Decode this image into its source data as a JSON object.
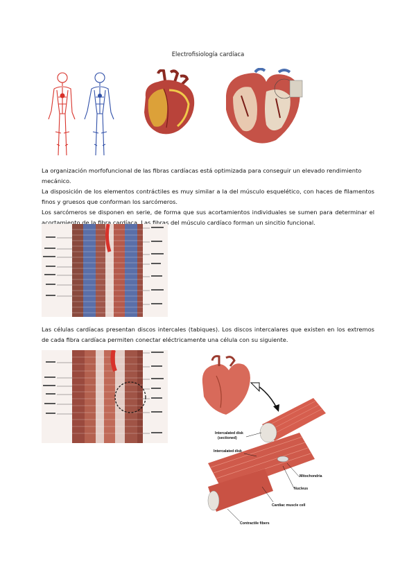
{
  "document": {
    "title": "Electrofisiología cardíaca",
    "paragraphs": [
      "La organización morfofuncional de las fibras cardíacas está optimizada para conseguir un elevado rendimiento mecánico.",
      "La disposición de los elementos contráctiles es muy similar a la del músculo esquelético, con haces de filamentos finos y gruesos que conforman los sarcómeros.",
      "Los sarcómeros se disponen en serie, de forma que sus acortamientos individuales se sumen para determinar el acortamiento de la fibra cardíaca. Las fibras del músculo cardíaco forman un sincitio funcional.",
      "Las células cardíacas presentan discos intercales (tabiques). Los discos intercalares que existen en los extremos de cada fibra cardíaca permiten conectar eléctricamente una célula con su siguiente."
    ]
  },
  "diagram": {
    "labels": {
      "intercalated_sectioned": "Intercalated disk",
      "intercalated_sectioned_sub": "(sectioned)",
      "intercalated": "Intercalated disk",
      "mitochondria": "Mitochondria",
      "nucleus": "Nucleus",
      "cardiac_cell": "Cardiac muscle cell",
      "contractile": "Contractile fibers"
    }
  },
  "colors": {
    "artery_red": "#d8322a",
    "vein_blue": "#2f4fa8",
    "muscle_red": "#c9564a",
    "muscle_light": "#e27d6e"
  }
}
